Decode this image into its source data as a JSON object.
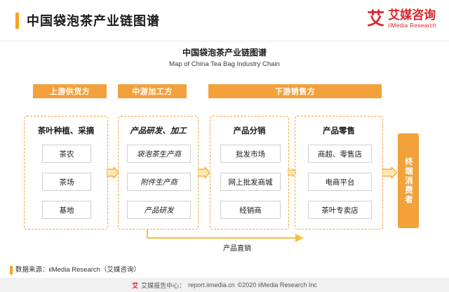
{
  "header": {
    "title": "中国袋泡茶产业链图谱",
    "logo_mark": "艾",
    "logo_cn": "艾媒咨询",
    "logo_en": "iiMedia Research"
  },
  "chart": {
    "title_cn": "中国袋泡茶产业链图谱",
    "title_en": "Map of China Tea Bag Industry Chain"
  },
  "stages": [
    {
      "label": "上游供货方"
    },
    {
      "label": "中游加工方"
    },
    {
      "label": "下游销售方"
    }
  ],
  "columns": [
    {
      "head": "茶叶种植、采摘",
      "items": [
        "茶农",
        "茶场",
        "基地"
      ]
    },
    {
      "head": "产品研发、加工",
      "items": [
        "袋泡茶生产商",
        "附件生产商",
        "产品研发"
      ]
    },
    {
      "head": "产品分销",
      "items": [
        "批发市场",
        "网上批发商城",
        "经销商"
      ]
    },
    {
      "head": "产品零售",
      "items": [
        "商超、零售店",
        "电商平台",
        "茶叶专卖店"
      ]
    }
  ],
  "consumer": "终端消费者",
  "direct_sales_label": "产品直销",
  "footer": {
    "source": "数据来源：iiMedia Research（艾媒咨询）",
    "report_prefix": "艾媒报告中心：",
    "report_url": "report.iimedia.cn",
    "copyright": "©2020  iiMedia Research Inc"
  },
  "colors": {
    "accent_orange": "#f2a13b",
    "brand_red": "#d7262c",
    "header_bar": "#f5a31a"
  }
}
